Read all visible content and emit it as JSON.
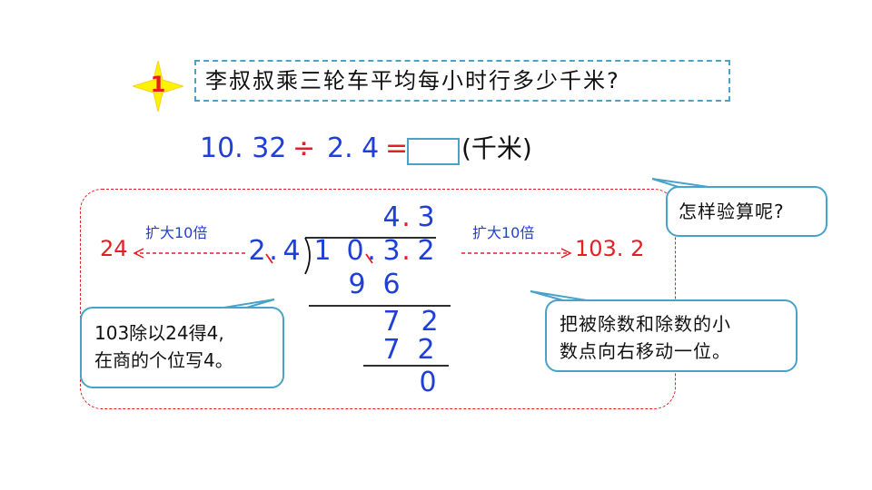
{
  "badge": {
    "number": "1"
  },
  "question": {
    "text": "李叔叔乘三轮车平均每小时行多少千米?"
  },
  "equation": {
    "dividend": "10. 32",
    "operator": "÷",
    "divisor": "2. 4",
    "equals": "=",
    "unit": "(千米)"
  },
  "transform": {
    "left_result": "24",
    "left_label": "扩大10倍",
    "right_label": "扩大10倍",
    "right_result": "103. 2"
  },
  "division": {
    "quotient": [
      "4",
      ".",
      "3"
    ],
    "divisor": [
      "2",
      ".",
      "4"
    ],
    "dividend": [
      "1",
      "0",
      ".",
      "3",
      ".",
      "2"
    ],
    "step1": [
      "9",
      "6"
    ],
    "step2": [
      "7",
      "2"
    ],
    "step3": [
      "7",
      "2"
    ],
    "remainder": "0"
  },
  "callouts": {
    "check": "怎样验算呢?",
    "rule_line1": "103除以24得4,",
    "rule_line2": "在商的个位写4。",
    "move_line1": "把被除数和除数的小",
    "move_line2": "数点向右移动一位。"
  },
  "colors": {
    "accent_blue": "#1f3fd8",
    "accent_red": "#e31e24",
    "border_teal": "#49a3c8",
    "star_yellow": "#fff200"
  }
}
